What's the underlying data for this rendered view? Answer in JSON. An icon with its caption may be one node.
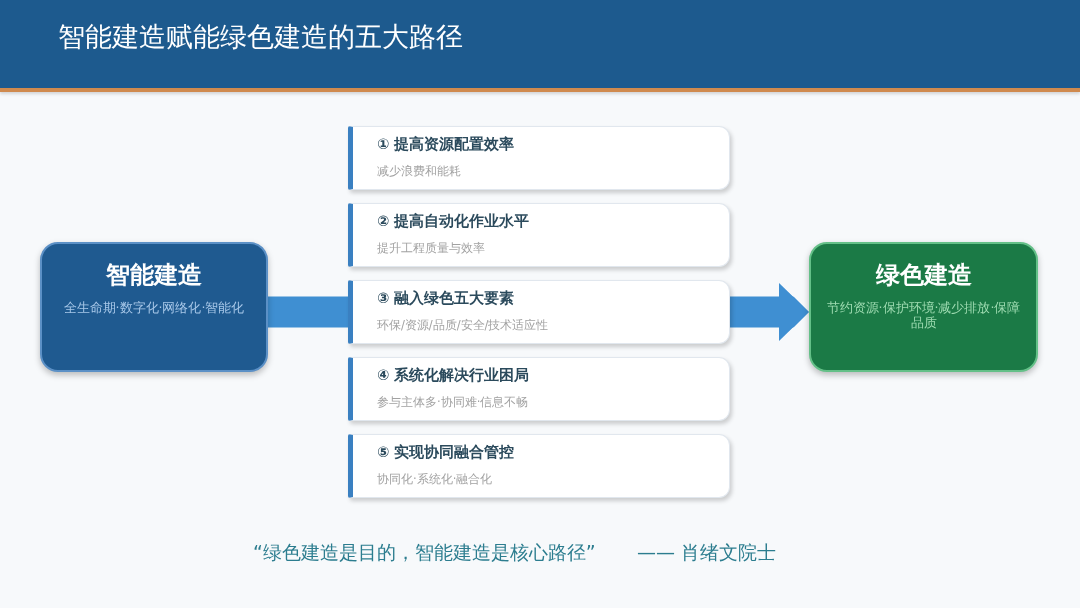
{
  "diagram": {
    "title": "智能建造赋能绿色建造的五大路径",
    "nodes": [
      {
        "text": [
          "智能建造",
          "全生命期·数字化·网络化·智能化"
        ]
      },
      {
        "text": [
          "① 提高资源配置效率",
          "减少浪费和能耗"
        ]
      },
      {
        "text": [
          "② 提高自动化作业水平",
          "提升工程质量与效率"
        ]
      },
      {
        "text": [
          "③ 融入绿色五大要素",
          "环保/资源/品质/安全/技术适应性"
        ]
      },
      {
        "text": [
          "④ 系统化解决行业困局",
          "参与主体多·协同难·信息不畅"
        ]
      },
      {
        "text": [
          "⑤ 实现协同融合管控",
          "协同化·系统化·融合化"
        ]
      },
      {
        "text": [
          "绿色建造",
          "节约资源·保护环境·减少排放·保障品质"
        ]
      }
    ],
    "edges": [
      {
        "from": 0,
        "to": 3,
        "arrow": "none"
      },
      {
        "from": 3,
        "to": 6,
        "arrow": "to"
      }
    ],
    "labels": [
      "“绿色建造是目的，智能建造是核心路径”",
      "—— 肖绪文院士"
    ]
  }
}
